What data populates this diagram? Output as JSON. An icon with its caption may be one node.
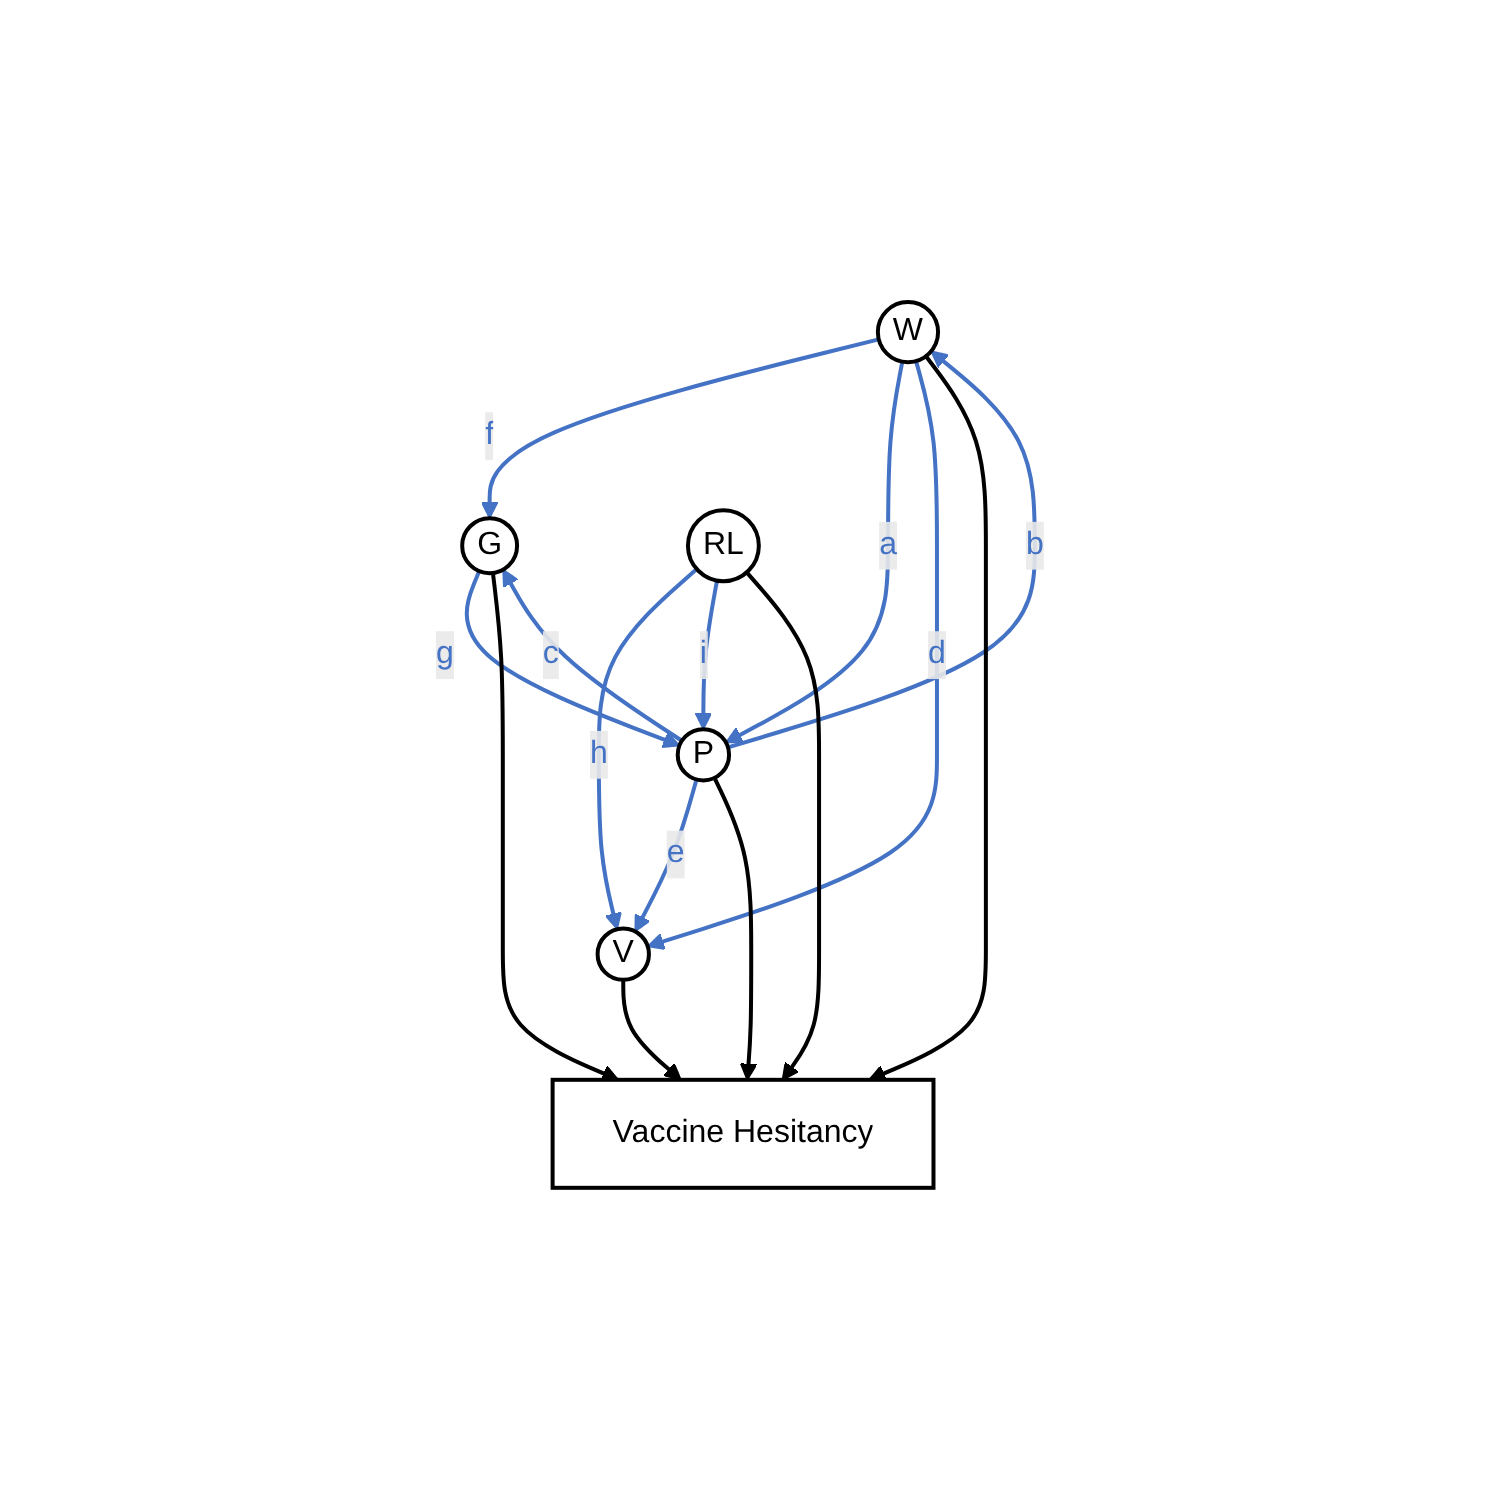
{
  "diagram": {
    "nodes": [
      {
        "text": [
          "W"
        ]
      },
      {
        "text": [
          "G"
        ]
      },
      {
        "text": [
          "P"
        ]
      },
      {
        "text": [
          "Vaccine Hesitancy"
        ]
      },
      {
        "text": [
          "RL"
        ]
      },
      {
        "text": [
          "V"
        ]
      }
    ],
    "edges": [
      {
        "from": 0,
        "to": 1,
        "arrow": "to",
        "label": "f"
      },
      {
        "from": 0,
        "to": 2,
        "arrow": "to",
        "label": "a"
      },
      {
        "from": 2,
        "to": 0,
        "arrow": "to",
        "label": "b"
      },
      {
        "from": 1,
        "to": 2,
        "arrow": "to",
        "label": "g"
      },
      {
        "from": 2,
        "to": 1,
        "arrow": "to",
        "label": "c"
      },
      {
        "from": 0,
        "to": 5,
        "arrow": "to",
        "label": "d"
      },
      {
        "from": 2,
        "to": 5,
        "arrow": "to",
        "label": "e"
      },
      {
        "from": 4,
        "to": 5,
        "arrow": "to",
        "label": "h"
      },
      {
        "from": 4,
        "to": 2,
        "arrow": "to",
        "label": "i"
      },
      {
        "from": 0,
        "to": 3,
        "arrow": "to",
        "color": "#000000"
      },
      {
        "from": 1,
        "to": 3,
        "arrow": "to",
        "color": "#000000"
      },
      {
        "from": 2,
        "to": 3,
        "arrow": "to",
        "color": "#000000"
      },
      {
        "from": 4,
        "to": 3,
        "arrow": "to",
        "color": "#000000"
      },
      {
        "from": 5,
        "to": 3,
        "arrow": "to",
        "color": "#000000"
      }
    ]
  }
}
